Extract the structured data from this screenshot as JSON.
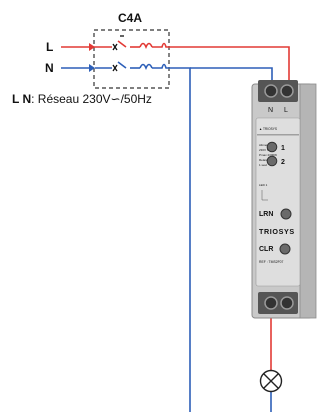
{
  "breaker": {
    "label": "C4A"
  },
  "lines": {
    "live": "L",
    "neutral": "N"
  },
  "caption": {
    "prefix": "L N",
    "text": ": Réseau 230V∽/50Hz"
  },
  "module": {
    "terminal_top_left": "N",
    "terminal_top_right": "L",
    "led1": "1",
    "led2": "2",
    "lrn": "LRN",
    "brand": "TRIOSYS",
    "clr": "CLR",
    "ref": "REF : TMS2F07",
    "panel_small_text": [
      "Alimentation",
      "230V 50Hz",
      "Pmax 2300W",
      "Relais",
      "1 seul"
    ],
    "panel_caption": "LED 1"
  },
  "colors": {
    "live": "#e23a35",
    "neutral": "#2d5fb8",
    "module_body": "#c9c9c9",
    "module_face": "#dedede",
    "box_dash": "#333333"
  },
  "icons": [
    "lamp-icon",
    "breaker-switch-icon"
  ]
}
